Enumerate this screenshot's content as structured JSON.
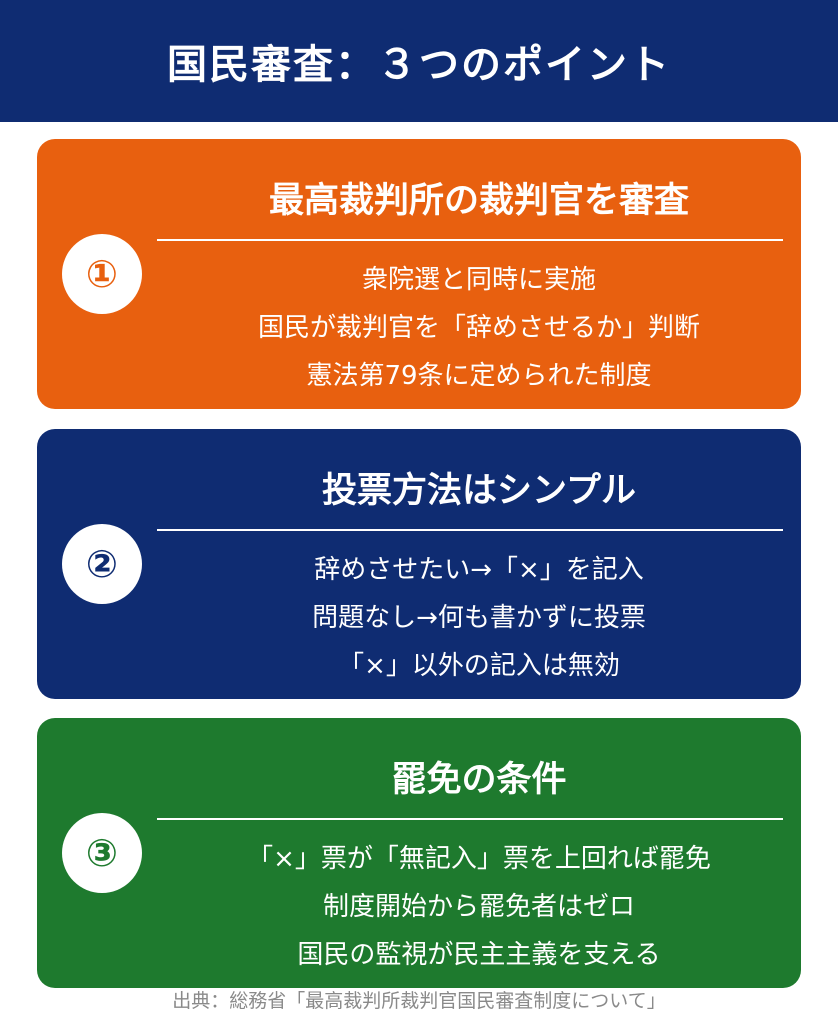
{
  "header": {
    "title": "国民審査：３つのポイント"
  },
  "cards": [
    {
      "number": "①",
      "color": "#e8600f",
      "title": "最高裁判所の裁判官を審査",
      "lines": [
        "衆院選と同時に実施",
        "国民が裁判官を「辞めさせるか」判断",
        "憲法第79条に定められた制度"
      ]
    },
    {
      "number": "②",
      "color": "#0f2c72",
      "title": "投票方法はシンプル",
      "lines": [
        "辞めさせたい→「×」を記入",
        "問題なし→何も書かずに投票",
        "「×」以外の記入は無効"
      ]
    },
    {
      "number": "③",
      "color": "#1e7a2e",
      "title": "罷免の条件",
      "lines": [
        "「×」票が「無記入」票を上回れば罷免",
        "制度開始から罷免者はゼロ",
        "国民の監視が民主主義を支える"
      ]
    }
  ],
  "source": "出典：総務省「最高裁判所裁判官国民審査制度について」"
}
